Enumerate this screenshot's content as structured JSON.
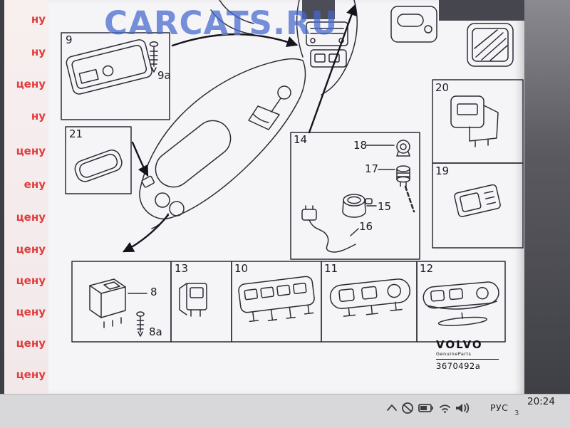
{
  "watermark": {
    "text": "CARCATS.RU"
  },
  "left_column": {
    "fragments": [
      "ну",
      "ну",
      "цену",
      "ну",
      "цену",
      "ену",
      "цену",
      "цену",
      "цену",
      "цену",
      "цену",
      "цену"
    ]
  },
  "diagram": {
    "callouts": {
      "n9": "9",
      "n9a": "9a",
      "n21": "21",
      "n20": "20",
      "n19": "19",
      "n14": "14",
      "n18": "18",
      "n17": "17",
      "n15": "15",
      "n16": "16",
      "n8": "8",
      "n8a": "8a",
      "n13": "13",
      "n10": "10",
      "n11": "11",
      "n12": "12"
    },
    "brand": {
      "name": "VOLVO",
      "subtitle": "GenuineParts",
      "part_number": "3670492a"
    }
  },
  "taskbar": {
    "time": "20:24",
    "language": "РУС",
    "badge": "3",
    "icons": [
      "chevron-up",
      "blocked",
      "battery",
      "wifi",
      "volume"
    ]
  }
}
